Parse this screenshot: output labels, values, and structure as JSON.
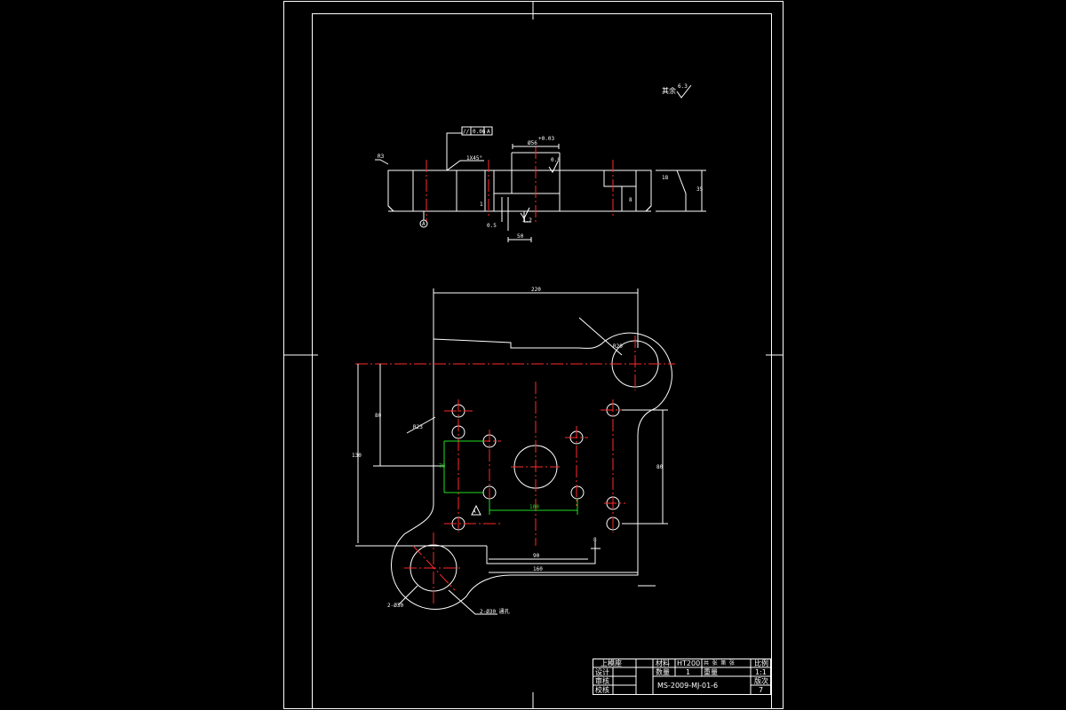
{
  "roughness_note": {
    "label": "其余",
    "value": "6.3"
  },
  "section_view": {
    "parallelism_frame": {
      "symbol": "//",
      "tolerance": "0.06",
      "datum": "A"
    },
    "chamfer": "1X45°",
    "bore_dia": "Ø56",
    "bore_tol": "+0.03",
    "roughness_top": "0.8",
    "roughness_bottom": "3.2",
    "dim_left": "R3",
    "dim_width": "50",
    "dim_thickness": "35",
    "dim_height": "18",
    "small_a": "1",
    "small_b": "0.5",
    "small_c": "8",
    "datum_label": "A"
  },
  "plan_view": {
    "dim_top": "220",
    "dim_left_inner": "80",
    "dim_left_outer": "130",
    "dim_right": "80",
    "dim_green_v": "70",
    "dim_green_h": "100",
    "dim_bottom_inner": "90",
    "dim_bottom_outer": "160",
    "dim_bottom_small": "8",
    "radius_note": "R20",
    "diag_note": "R23",
    "hole_note": "2-Ø30",
    "hole_note_2": "2-Ø30 通孔",
    "datum_mark": "A"
  },
  "title_block": {
    "part_name": "上模座",
    "material_label": "材料",
    "material": "HT200",
    "sheet_label": "共 张 第 张",
    "scale_label": "比例",
    "scale": "1:1",
    "design_label": "设计",
    "qty_label": "数量",
    "qty": "1",
    "weight_label": "重量",
    "review_label": "审核",
    "check_label": "校核",
    "drawing_no": "MS-2009-MJ-01-6",
    "version_label": "版次",
    "version": "7"
  }
}
